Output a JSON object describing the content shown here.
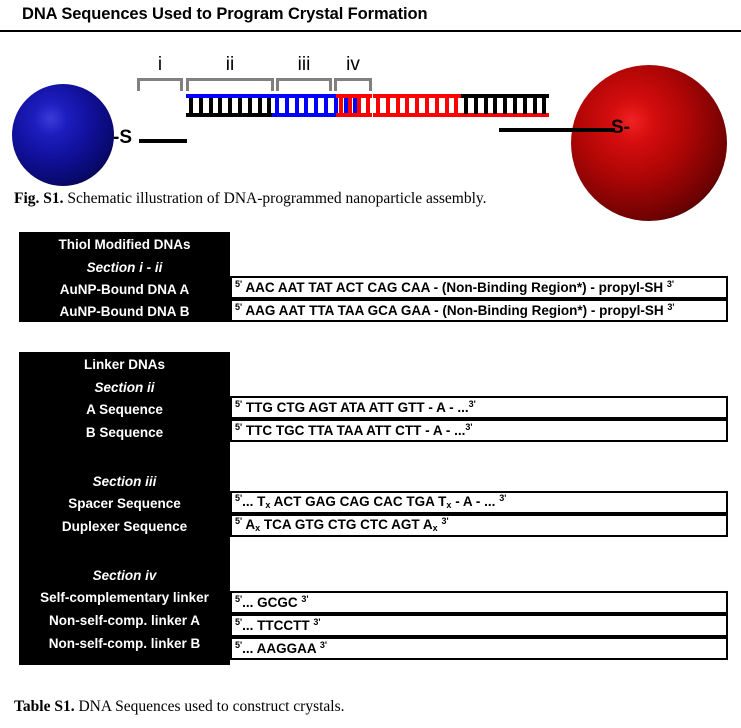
{
  "page": {
    "title": "DNA Sequences Used to Program Crystal Formation"
  },
  "figure": {
    "caption_label": "Fig. S1.",
    "caption_text": " Schematic illustration of DNA-programmed nanoparticle assembly.",
    "nanoparticle_left_color": "#1d1dbe",
    "nanoparticle_right_color": "#c00a0a",
    "bracket_color": "#808080",
    "thiol_left_label": "-S",
    "thiol_right_label": "S-",
    "sections": [
      {
        "id": "i",
        "label": "i",
        "strand_color": "#000000"
      },
      {
        "id": "ii",
        "label": "ii",
        "strand_color": "#0000ff"
      },
      {
        "id": "iii",
        "label": "iii",
        "strand_color": "#0000ff"
      },
      {
        "id": "iv",
        "label": "iv",
        "strand_color": "#ff0000"
      }
    ]
  },
  "table_caption": {
    "label": "Table S1.",
    "text": " DNA Sequences used to construct crystals."
  },
  "table1": {
    "heading": "Thiol Modified DNAs",
    "section": "Section i - ii",
    "rows": [
      {
        "label": "AuNP-Bound DNA A",
        "five": "5'",
        "sequence": " AAC AAT TAT ACT CAG CAA - (Non-Binding Region*) - propyl-SH ",
        "three": "3'"
      },
      {
        "label": "AuNP-Bound DNA B",
        "five": "5'",
        "sequence": " AAG AAT TTA TAA GCA GAA - (Non-Binding Region*) - propyl-SH ",
        "three": "3'"
      }
    ]
  },
  "table2": {
    "heading": "Linker DNAs",
    "groups": [
      {
        "section": "Section ii",
        "rows": [
          {
            "label": "A Sequence",
            "five": "5'",
            "sequence": " TTG CTG AGT ATA ATT GTT - A - ...",
            "three": "3'"
          },
          {
            "label": "B Sequence",
            "five": "5'",
            "sequence": " TTC TGC TTA TAA ATT CTT - A - ...",
            "three": "3'"
          }
        ]
      },
      {
        "section": "Section iii",
        "rows": [
          {
            "label": "Spacer Sequence",
            "five": "5'",
            "sequence_html": "... T<sub>x</sub> ACT GAG CAG CAC TGA T<sub>x</sub> - A - ... ",
            "three": "3'"
          },
          {
            "label": "Duplexer Sequence",
            "five": "5'",
            "sequence_html": " A<sub>x</sub> TCA GTG CTG CTC AGT A<sub>x</sub> ",
            "three": "3'"
          }
        ]
      },
      {
        "section": "Section iv",
        "rows": [
          {
            "label": "Self-complementary linker",
            "five": "5'",
            "sequence": "... GCGC ",
            "three": "3'"
          },
          {
            "label": "Non-self-comp. linker A",
            "five": "5'",
            "sequence": "... TTCCTT ",
            "three": "3'"
          },
          {
            "label": "Non-self-comp. linker B",
            "five": "5'",
            "sequence": "... AAGGAA ",
            "three": "3'"
          }
        ]
      }
    ]
  }
}
